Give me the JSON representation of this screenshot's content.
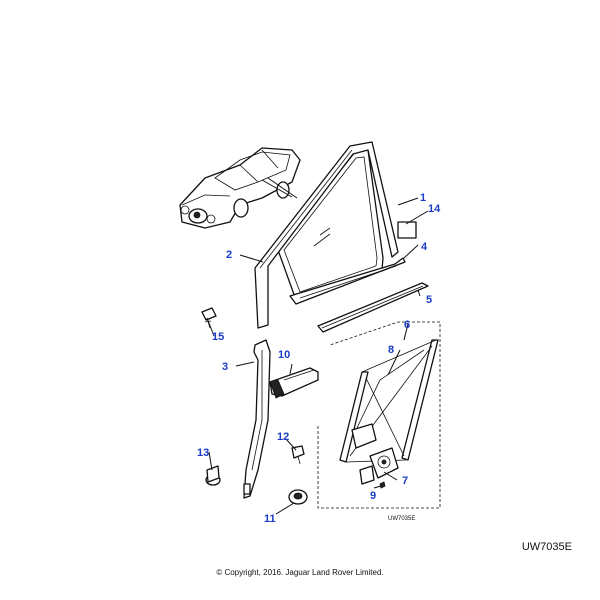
{
  "diagram": {
    "ref_code": "UW7035E",
    "ref_code_small": "UW7035E",
    "copyright": "© Copyright, 2016. Jaguar Land Rover Limited.",
    "callouts": [
      {
        "id": "c1",
        "label": "1"
      },
      {
        "id": "c2",
        "label": "2"
      },
      {
        "id": "c3",
        "label": "3"
      },
      {
        "id": "c4",
        "label": "4"
      },
      {
        "id": "c5",
        "label": "5"
      },
      {
        "id": "c6",
        "label": "6"
      },
      {
        "id": "c7",
        "label": "7"
      },
      {
        "id": "c8",
        "label": "8"
      },
      {
        "id": "c9",
        "label": "9"
      },
      {
        "id": "c10",
        "label": "10"
      },
      {
        "id": "c11",
        "label": "11"
      },
      {
        "id": "c12",
        "label": "12"
      },
      {
        "id": "c13",
        "label": "13"
      },
      {
        "id": "c14",
        "label": "14"
      },
      {
        "id": "c15",
        "label": "15"
      }
    ],
    "colors": {
      "callout": "#1a3cc8",
      "line": "#111111",
      "background": "#ffffff"
    }
  }
}
